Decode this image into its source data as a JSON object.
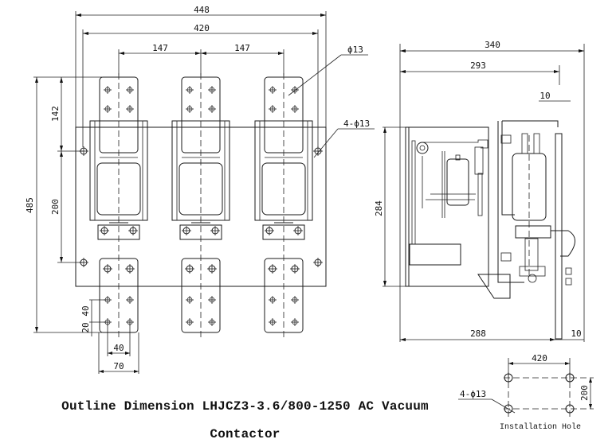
{
  "title": {
    "line1": "Outline Dimension LHJCZ3-3.6/800-1250 AC Vacuum",
    "line2": "Contactor"
  },
  "front_view": {
    "dimensions": {
      "overall_width": "448",
      "mount_width": "420",
      "pole_pitch_left": "147",
      "pole_pitch_right": "147",
      "overall_height": "485",
      "terminal_top": "142",
      "mount_height": "200",
      "hole_pitch_v": "40",
      "hole_edge_v": "20",
      "hole_pitch_h": "40",
      "terminal_width": "70"
    },
    "callouts": {
      "terminal_hole": "ϕ13",
      "mount_holes": "4-ϕ13"
    },
    "pole_count": 3
  },
  "side_view": {
    "dimensions": {
      "overall_depth": "340",
      "body_depth": "293",
      "bracket_thickness_top": "10",
      "height": "284",
      "base_depth": "288",
      "bracket_thickness_bottom": "10"
    }
  },
  "installation_hole": {
    "caption": "Installation Hole",
    "width": "420",
    "height": "200",
    "callout": "4-ϕ13"
  }
}
